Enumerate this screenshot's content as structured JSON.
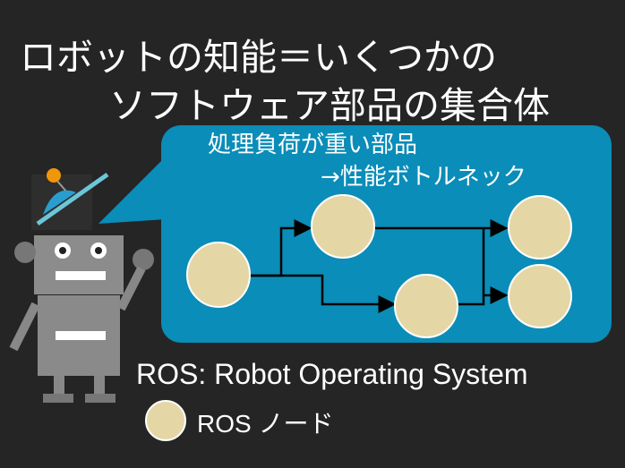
{
  "title": {
    "line1": "ロボットの知能＝いくつかの",
    "line2": "ソフトウェア部品の集合体"
  },
  "bubble": {
    "line1": "処理負荷が重い部品",
    "line2": "→性能ボトルネック"
  },
  "caption": "ROS: Robot Operating System",
  "legend": {
    "label": "ROS ノード"
  },
  "colors": {
    "background": "#252525",
    "bubble": "#0a8db8",
    "node": "#e5d6a6",
    "node_stroke": "#ffffff",
    "edge": "#000000"
  }
}
